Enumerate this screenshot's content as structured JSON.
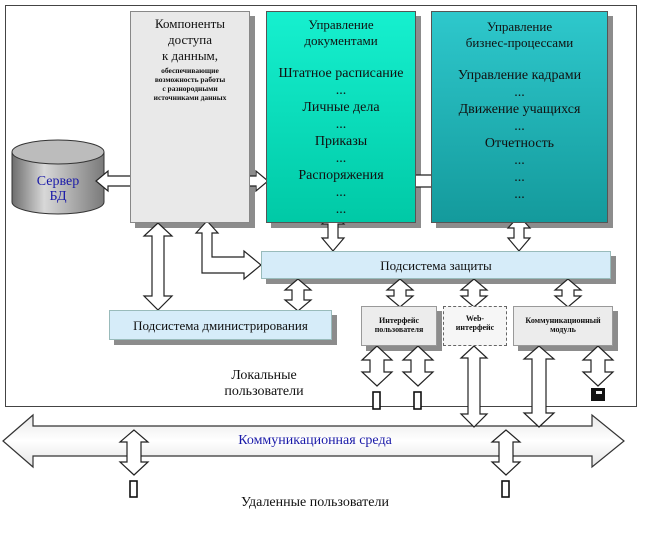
{
  "server": {
    "line1": "Сервер",
    "line2": "БД"
  },
  "access": {
    "title_lines": [
      "Компоненты",
      "доступа",
      "к данным,"
    ],
    "detail_lines": [
      "обеспечивающие",
      "возможность работы",
      "с разнородными",
      "источниками данных"
    ]
  },
  "docs": {
    "title_lines": [
      "Управление",
      "документами"
    ],
    "items": [
      "Штатное расписание",
      "...",
      "Личные дела",
      "...",
      "Приказы",
      "...",
      "Распоряжения",
      "...",
      "..."
    ]
  },
  "biz": {
    "title_lines": [
      "Управление",
      "бизнес-процессами"
    ],
    "items": [
      "Управление кадрами",
      "...",
      "Движение учащихся",
      "...",
      "Отчетность",
      "...",
      "...",
      "..."
    ]
  },
  "security": {
    "label": "Подсистема защиты"
  },
  "admin": {
    "label": "Подсистема дминистрирования"
  },
  "interface": {
    "lines": [
      "Интерфейс",
      "пользователя"
    ]
  },
  "web": {
    "lines": [
      "Web-",
      "интерфейс"
    ]
  },
  "comm_module": {
    "lines": [
      "Коммуникационный",
      "модуль"
    ]
  },
  "local_users": {
    "line1": "Локальные",
    "line2": "пользователи"
  },
  "network": {
    "label": "Коммуникационная среда"
  },
  "remote_users": {
    "label": "Удаленные пользователи"
  },
  "colors": {
    "docs": "#00e0bf",
    "biz": "#1fb0b3",
    "subsystem": "#d6ecf9",
    "network_text": "#1a1aa8"
  }
}
